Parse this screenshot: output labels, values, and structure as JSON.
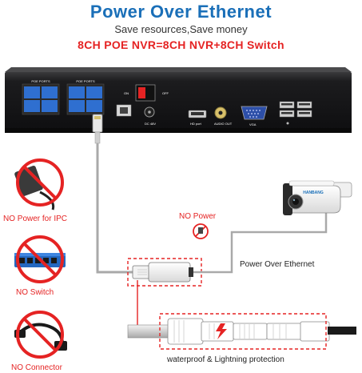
{
  "header": {
    "title": "Power Over Ethernet",
    "subtitle": "Save resources,Save money",
    "headline": "8CH POE NVR=8CH NVR+8CH Switch"
  },
  "nvr": {
    "poe_ports_left": "POE PORTS",
    "poe_ports_right": "POE PORTS",
    "on_label": "ON",
    "off_label": "OFF",
    "dc_label": "DC 48V",
    "hd_label": "HD port",
    "audio_label": "AUDIO OUT",
    "vga_label": "VGA"
  },
  "camera": {
    "brand": "HANBANG"
  },
  "labels": {
    "no_power_ipc": "NO Power for IPC",
    "no_switch": "NO Switch",
    "no_connector": "NO Connector",
    "no_power": "NO Power",
    "poe": "Power Over Ethernet",
    "waterproof": "waterproof & Lightning protection"
  },
  "colors": {
    "title": "#1a6fb8",
    "red": "#e52323",
    "nvr_body": "#1c1c1e",
    "port_blue": "#2f6fd0"
  }
}
